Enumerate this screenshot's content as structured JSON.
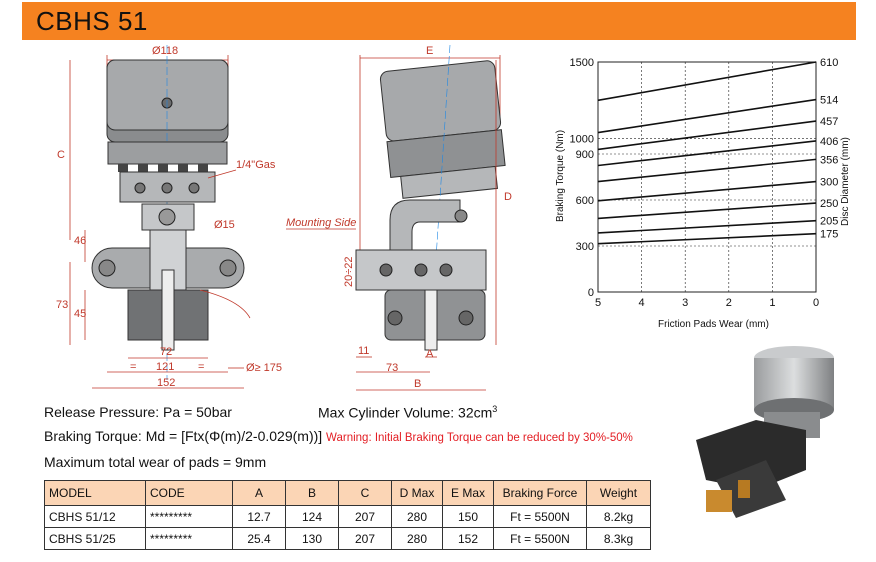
{
  "header": {
    "title": "CBHS 51"
  },
  "front_view": {
    "dims": {
      "d118": "Ø118",
      "gas": "1/4\"Gas",
      "d15": "Ø15",
      "dgt175": "Ø≥ 175",
      "c": "C",
      "h46": "46",
      "h73": "73",
      "h45": "45",
      "w72": "72",
      "w121": "121",
      "w152": "152",
      "eq1": "=",
      "eq2": "="
    }
  },
  "side_view": {
    "dims": {
      "e": "E",
      "d": "D",
      "mounting_side": "Mounting Side",
      "h2022": "20÷22",
      "w11": "11",
      "w73": "73",
      "a": "A",
      "b": "B"
    }
  },
  "specs": {
    "release_pressure": "Release Pressure: Pa = 50bar",
    "max_cylinder_volume_label": "Max Cylinder Volume: 32cm",
    "max_cylinder_volume_sup": "3",
    "braking_torque": "Braking Torque: Md = [Ftx(Φ(m)/2-0.029(m))]",
    "warning": "Warning: Initial Braking Torque can be reduced by 30%-50%",
    "max_wear": "Maximum total wear of pads = 9mm"
  },
  "table": {
    "headers": [
      "MODEL",
      "CODE",
      "A",
      "B",
      "C",
      "D Max",
      "E Max",
      "Braking Force",
      "Weight"
    ],
    "rows": [
      [
        "CBHS 51/12",
        "*********",
        "12.7",
        "124",
        "207",
        "280",
        "150",
        "Ft = 5500N",
        "8.2kg"
      ],
      [
        "CBHS 51/25",
        "*********",
        "25.4",
        "130",
        "207",
        "280",
        "152",
        "Ft = 5500N",
        "8.3kg"
      ]
    ]
  },
  "chart_data": {
    "type": "line",
    "xlabel": "Friction Pads Wear (mm)",
    "ylabel": "Braking Torque (Nm)",
    "right_label": "Disc Diameter (mm)",
    "x": [
      5,
      0
    ],
    "xlim": [
      5,
      0
    ],
    "xticks": [
      "5",
      "4",
      "3",
      "2",
      "1",
      "0"
    ],
    "ylim": [
      0,
      1500
    ],
    "yticks": [
      "0",
      "300",
      "600",
      "900",
      "1000",
      "1500"
    ],
    "grid": true,
    "series": [
      {
        "name": "610",
        "values": [
          1250,
          1500
        ]
      },
      {
        "name": "514",
        "values": [
          1040,
          1255
        ]
      },
      {
        "name": "457",
        "values": [
          930,
          1115
        ]
      },
      {
        "name": "406",
        "values": [
          825,
          985
        ]
      },
      {
        "name": "356",
        "values": [
          720,
          865
        ]
      },
      {
        "name": "300",
        "values": [
          595,
          720
        ]
      },
      {
        "name": "250",
        "values": [
          480,
          580
        ]
      },
      {
        "name": "205",
        "values": [
          385,
          465
        ]
      },
      {
        "name": "175",
        "values": [
          315,
          380
        ]
      }
    ]
  }
}
